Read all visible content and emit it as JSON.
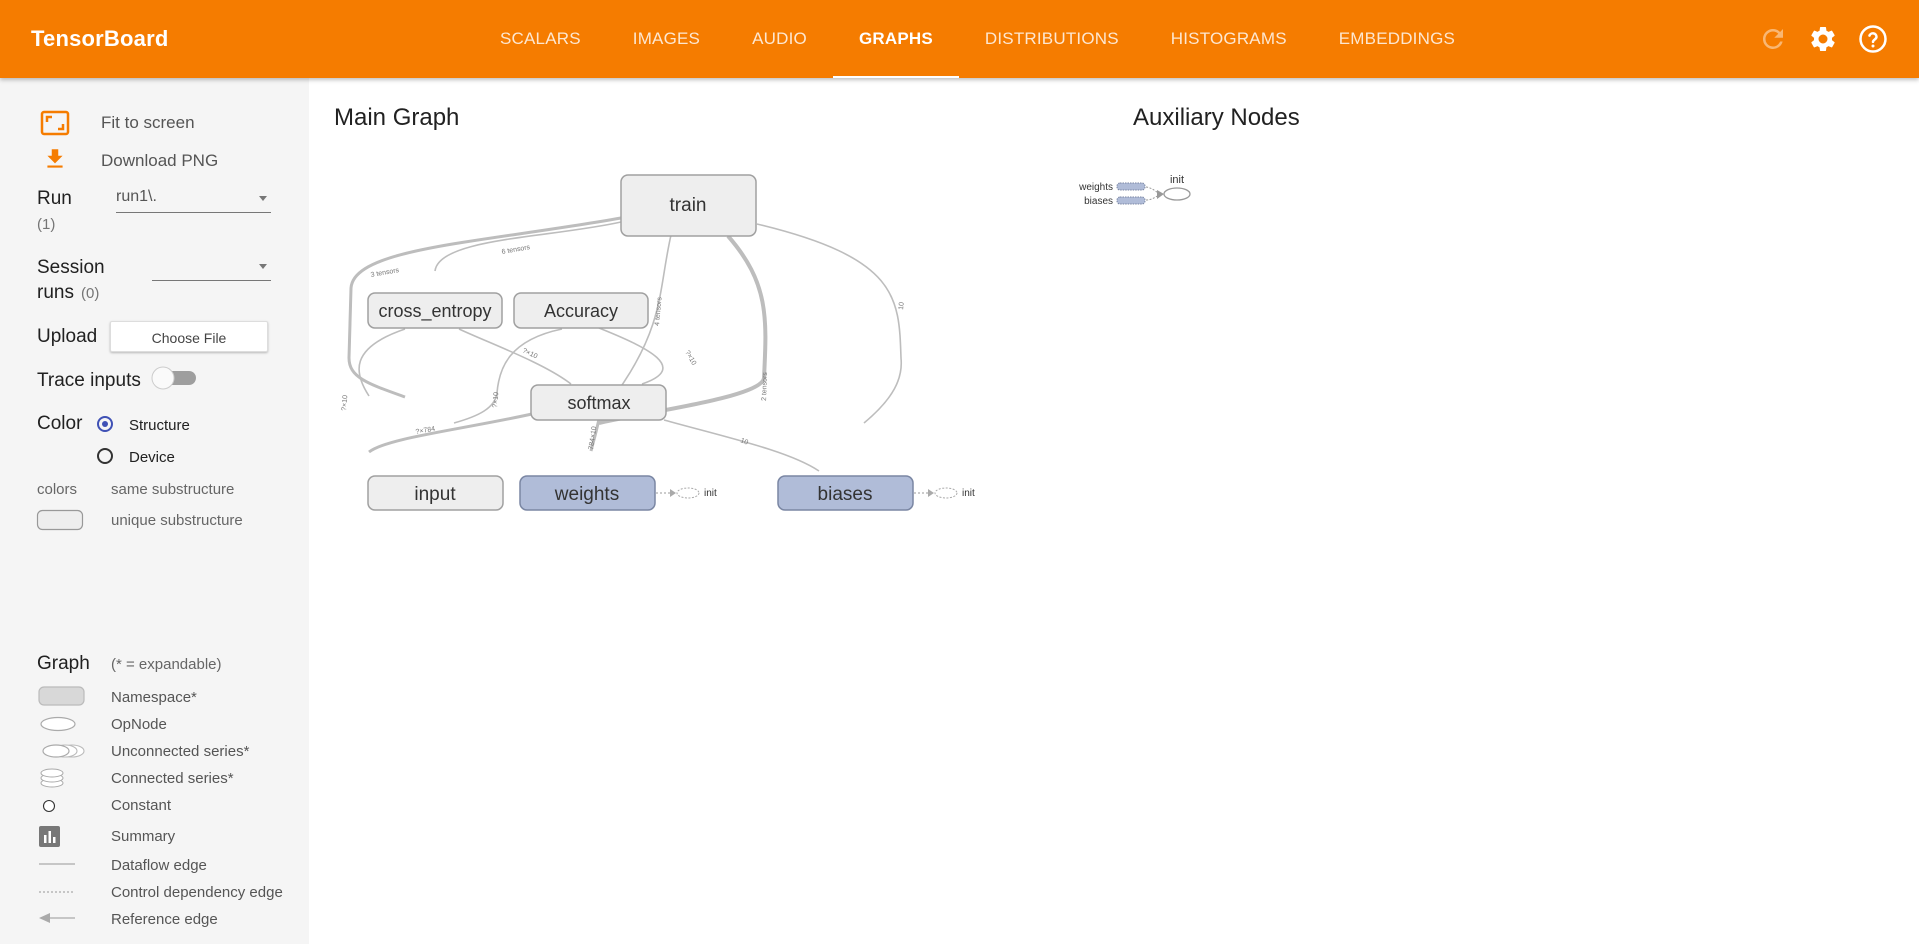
{
  "app": {
    "title": "TensorBoard"
  },
  "tabs": [
    {
      "label": "SCALARS"
    },
    {
      "label": "IMAGES"
    },
    {
      "label": "AUDIO"
    },
    {
      "label": "GRAPHS",
      "active": true
    },
    {
      "label": "DISTRIBUTIONS"
    },
    {
      "label": "HISTOGRAMS"
    },
    {
      "label": "EMBEDDINGS"
    }
  ],
  "toolbar_icons": [
    "refresh-icon",
    "gear-icon",
    "help-icon"
  ],
  "colors": {
    "accent": "#f57c00",
    "sidebar_bg": "#f5f5f5",
    "node_fill": "#eeeeee",
    "node_var_fill": "#b0bcd8",
    "radio": "#3f51b5"
  },
  "sidebar": {
    "fit_label": "Fit to screen",
    "download_label": "Download PNG",
    "run_label": "Run",
    "run_count": "(1)",
    "run_value": "run1\\.",
    "session_label_1": "Session",
    "session_label_2": "runs",
    "session_count": "(0)",
    "session_value": "",
    "upload_label": "Upload",
    "choose_file_label": "Choose File",
    "trace_label": "Trace inputs",
    "trace_on": false,
    "color_label": "Color",
    "color_options": [
      {
        "label": "Structure",
        "selected": true
      },
      {
        "label": "Device",
        "selected": false
      }
    ],
    "colors_label": "colors",
    "same_sub_label": "same substructure",
    "unique_sub_label": "unique substructure"
  },
  "legend": {
    "title": "Graph",
    "subtitle": "(* = expandable)",
    "items": [
      {
        "label": "Namespace*",
        "icon": "namespace-icon"
      },
      {
        "label": "OpNode",
        "icon": "opnode-icon"
      },
      {
        "label": "Unconnected series*",
        "icon": "unconnected-series-icon"
      },
      {
        "label": "Connected series*",
        "icon": "connected-series-icon"
      },
      {
        "label": "Constant",
        "icon": "constant-icon"
      },
      {
        "label": "Summary",
        "icon": "summary-icon"
      },
      {
        "label": "Dataflow edge",
        "icon": "dataflow-edge-icon"
      },
      {
        "label": "Control dependency edge",
        "icon": "control-edge-icon"
      },
      {
        "label": "Reference edge",
        "icon": "reference-edge-icon"
      }
    ]
  },
  "main_graph": {
    "title": "Main Graph",
    "nodes": {
      "train": "train",
      "cross_entropy": "cross_entropy",
      "accuracy": "Accuracy",
      "softmax": "softmax",
      "input": "input",
      "weights": "weights",
      "biases": "biases",
      "init1": "init",
      "init2": "init"
    },
    "edge_labels": {
      "e1": "3 tensors",
      "e2": "6 tensors",
      "e3": "4 tensors",
      "e4": "10",
      "e5": "2 tensors",
      "e6": "?×10",
      "e7": "?×10",
      "e8": "?×784",
      "e9": "784×10",
      "e10": "10",
      "e11": "?×10",
      "e12": "?×10"
    }
  },
  "aux_nodes": {
    "title": "Auxiliary Nodes",
    "weights_label": "weights",
    "biases_label": "biases",
    "init_label": "init"
  }
}
